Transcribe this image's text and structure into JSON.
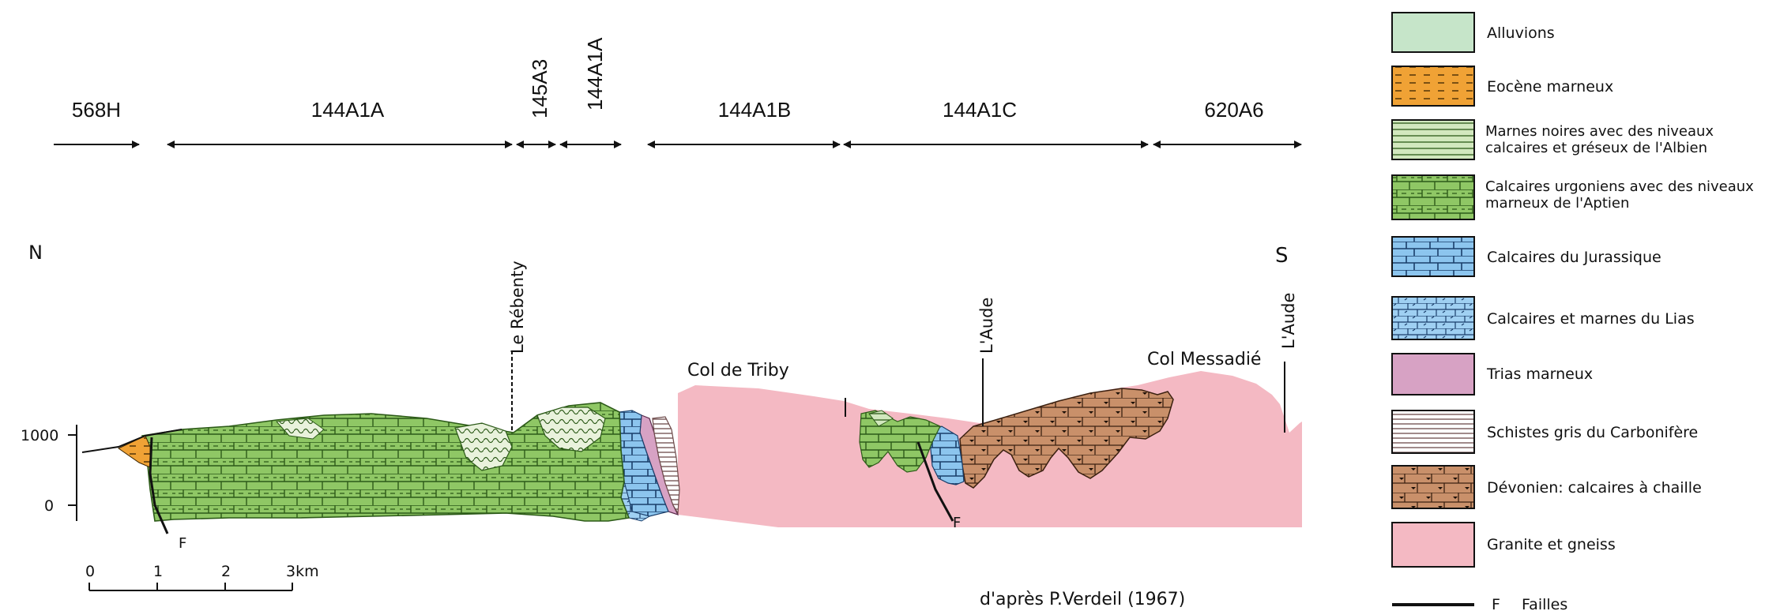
{
  "segments": [
    {
      "label": "568H"
    },
    {
      "label": "144A1A"
    },
    {
      "label": "145A3"
    },
    {
      "label": "144A1A"
    },
    {
      "label": "144A1B"
    },
    {
      "label": "144A1C"
    },
    {
      "label": "620A6"
    }
  ],
  "section": {
    "north": "N",
    "south": "S",
    "rivers": [
      "Le Rébenty",
      "L'Aude",
      "L'Aude"
    ],
    "passes": [
      "Col de Triby",
      "Col Messadié"
    ],
    "altitudes": [
      "1000",
      "0"
    ],
    "fault_label": "F"
  },
  "scale": {
    "ticks": [
      "0",
      "1",
      "2",
      "3km"
    ]
  },
  "source": "d'après P.Verdeil (1967)",
  "legend": [
    {
      "label": "Alluvions",
      "pattern": "alluvions",
      "color": "#c6e5c9"
    },
    {
      "label": "Eocène marneux",
      "pattern": "eocene",
      "color": "#f0a235"
    },
    {
      "label": "Marnes noires avec des niveaux calcaires et gréseux de l'Albien",
      "pattern": "albien",
      "color": "#d2e8be"
    },
    {
      "label": "Calcaires urgoniens avec des niveaux marneux de l'Aptien",
      "pattern": "aptien",
      "color": "#8fc765"
    },
    {
      "label": "Calcaires du Jurassique",
      "pattern": "jurassique",
      "color": "#8cc5ee"
    },
    {
      "label": "Calcaires et marnes du Lias",
      "pattern": "lias",
      "color": "#9fd0f2"
    },
    {
      "label": "Trias marneux",
      "pattern": "trias",
      "color": "#d7a2c4"
    },
    {
      "label": "Schistes gris du Carbonifère",
      "pattern": "carbonifere",
      "color": "#ffffff"
    },
    {
      "label": "Dévonien: calcaires à chaille",
      "pattern": "devonien",
      "color": "#c9906a"
    },
    {
      "label": "Granite et gneiss",
      "pattern": "granite",
      "color": "#f4b9c3"
    }
  ],
  "fault_legend": {
    "letter": "F",
    "label": "Failles"
  }
}
